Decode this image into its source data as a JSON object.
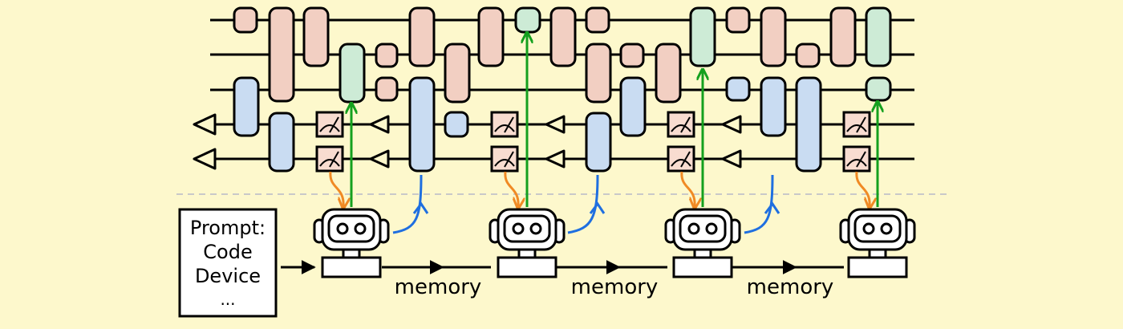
{
  "prompt": {
    "lines": [
      "Prompt:",
      "Code",
      "Device",
      "..."
    ]
  },
  "memory_label": "memory",
  "colors": {
    "background": "#fdf8cc",
    "gate_pink": "#f2cfc2",
    "gate_blue": "#c9dcf2",
    "gate_green": "#cdebd6",
    "measure_fill": "#f8dcd0",
    "orange_arrow": "#f08a24",
    "green_arrow": "#14a01e",
    "blue_arrow": "#1f6fe0",
    "divider": "#c9c9c9"
  },
  "icons": {
    "agent": "robot-icon",
    "measurement": "meter-icon",
    "qubit_reset": "triangle-left-icon"
  }
}
